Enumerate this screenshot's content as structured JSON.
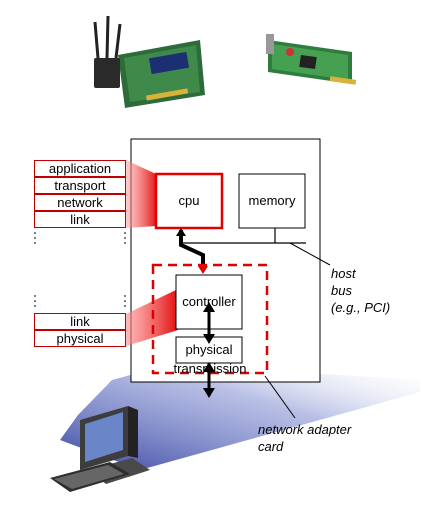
{
  "host_stack": [
    "application",
    "transport",
    "network",
    "link"
  ],
  "adapter_stack": [
    "link",
    "physical"
  ],
  "components": {
    "cpu": "cpu",
    "memory": "memory",
    "controller": "controller",
    "physical": "physical",
    "transmission": "transmission"
  },
  "annotations": {
    "bus_line1": "host",
    "bus_line2": "bus",
    "bus_line3": "(e.g., PCI)",
    "card_line1": "network adapter",
    "card_line2": "card"
  },
  "colors": {
    "accent_red": "#e00000",
    "beam_blue": "#3a4ca8",
    "line": "#000000"
  },
  "icons": [
    "wireless-network-card-icon",
    "ethernet-network-card-icon",
    "desktop-computer-icon"
  ]
}
